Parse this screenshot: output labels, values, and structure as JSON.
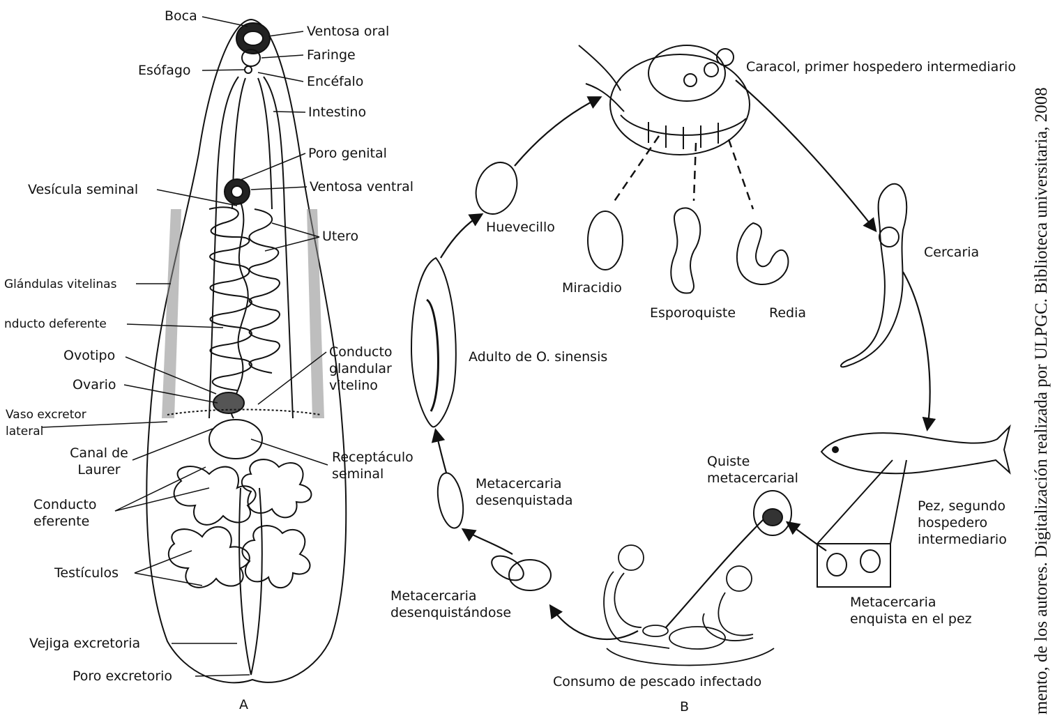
{
  "panel_a": {
    "letter": "A",
    "labels": {
      "boca": "Boca",
      "ventosa_oral": "Ventosa oral",
      "faringe": "Faringe",
      "esofago": "Esófago",
      "encefalo": "Encéfalo",
      "intestino": "Intestino",
      "poro_genital": "Poro genital",
      "vesicula_seminal": "Vesícula seminal",
      "ventosa_ventral": "Ventosa ventral",
      "utero": "Utero",
      "glandulas_vitelinas": "Glándulas vitelinas",
      "conducto_deferente": "nducto deferente",
      "ovotipo": "Ovotipo",
      "ovario": "Ovario",
      "conducto_glandular_vitelino": "Conducto glandular vitelino",
      "vaso_excretor_lateral": "Vaso excretor lateral",
      "canal_de_laurer": "Canal de Laurer",
      "receptaculo_seminal": "Receptáculo seminal",
      "conducto_eferente": "Conducto eferente",
      "testiculos": "Testículos",
      "vejiga_excretoria": "Vejiga excretoria",
      "poro_excretorio": "Poro excretorio"
    }
  },
  "panel_b": {
    "letter": "B",
    "labels": {
      "caracol": "Caracol, primer hospedero intermediario",
      "huevecillo": "Huevecillo",
      "miracidio": "Miracidio",
      "esporoquiste": "Esporoquiste",
      "redia": "Redia",
      "cercaria": "Cercaria",
      "adulto": "Adulto de O. sinensis",
      "metacercaria_desenquistada": "Metacercaria desenquistada",
      "quiste_metacercarial": "Quiste metacercarial",
      "pez": "Pez, segundo hospedero intermediario",
      "metacercaria_desenquistandose": "Metacercaria desenquistándose",
      "metacercaria_enquistada": "Metacercaria enquista en el pez",
      "consumo": "Consumo de pescado infectado"
    }
  },
  "credit": "mento, de los autores. Digitalización realizada por ULPGC. Biblioteca universitaria, 2008"
}
